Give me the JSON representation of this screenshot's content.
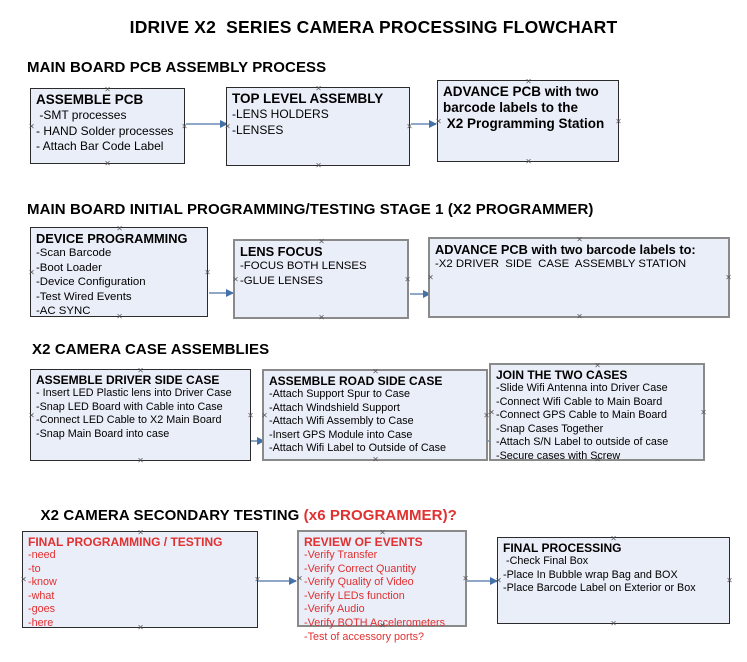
{
  "document": {
    "title": "IDRIVE X2  SERIES CAMERA PROCESSING FLOWCHART"
  },
  "colors": {
    "box_fill": "#eaeef8",
    "box_border": "#2b2b2b",
    "box_border_gray": "#8a8a8a",
    "connector": "#8fa8c8",
    "arrowhead": "#4472a8",
    "text": "#000000",
    "accent_red": "#e03030"
  },
  "sections": [
    {
      "heading": "MAIN BOARD PCB ASSEMBLY PROCESS",
      "heading_red": "",
      "nodes": [
        {
          "title": "ASSEMBLE PCB",
          "lines": [
            " -SMT processes",
            "- HAND Solder processes",
            "- Attach Bar Code Label"
          ]
        },
        {
          "title": "TOP LEVEL ASSEMBLY",
          "lines": [
            "-LENS HOLDERS",
            "-LENSES"
          ]
        },
        {
          "title": "ADVANCE PCB with two",
          "lines": [
            "barcode labels to the",
            " X2 Programming Station"
          ]
        }
      ]
    },
    {
      "heading": "MAIN BOARD INITIAL PROGRAMMING/TESTING STAGE 1 (X2 PROGRAMMER)",
      "heading_red": "",
      "nodes": [
        {
          "title": "DEVICE PROGRAMMING",
          "lines": [
            "-Scan Barcode",
            "-Boot Loader",
            "-Device Configuration",
            "-Test Wired Events",
            "-AC SYNC"
          ]
        },
        {
          "title": "LENS FOCUS",
          "lines": [
            "-FOCUS BOTH LENSES",
            "-GLUE LENSES"
          ]
        },
        {
          "title": "ADVANCE PCB with two barcode labels to:",
          "lines": [
            "-X2 DRIVER  SIDE  CASE  ASSEMBLY STATION"
          ]
        }
      ]
    },
    {
      "heading": "X2 CAMERA CASE ASSEMBLIES",
      "heading_red": "",
      "nodes": [
        {
          "title": "ASSEMBLE DRIVER SIDE CASE",
          "lines": [
            "- Insert LED Plastic lens into Driver Case",
            "-Snap LED Board with Cable into Case",
            "-Connect LED Cable to X2 Main Board",
            "-Snap Main Board into case"
          ]
        },
        {
          "title": "ASSEMBLE ROAD SIDE CASE",
          "lines": [
            "-Attach Support Spur to Case",
            "-Attach Windshield Support",
            "-Attach Wifi Assembly to Case",
            "-Insert GPS Module into Case",
            "-Attach Wifi Label to Outside of Case"
          ]
        },
        {
          "title": "JOIN THE TWO CASES",
          "lines": [
            "-Slide Wifi Antenna into Driver Case",
            "-Connect Wifi Cable to Main Board",
            "-Connect GPS Cable to Main Board",
            "-Snap Cases Together",
            "-Attach S/N Label to outside of case",
            "-Secure cases with Screw"
          ]
        }
      ]
    },
    {
      "heading": "X2 CAMERA SECONDARY TESTING ",
      "heading_red": "(x6 PROGRAMMER)?",
      "nodes": [
        {
          "title": "FINAL PROGRAMMING / TESTING",
          "lines": [
            "-need",
            "-to",
            "-know",
            "-what",
            "-goes",
            "-here"
          ]
        },
        {
          "title": "REVIEW OF EVENTS",
          "lines": [
            "-Verify Transfer",
            "-Verify Correct Quantity",
            "-Verify Quality of Video",
            "-Verify LEDs function",
            "-Verify Audio",
            "-Verify BOTH Accelerometers",
            "-Test of accessory ports?"
          ]
        },
        {
          "title": "FINAL PROCESSING",
          "lines": [
            " -Check Final Box",
            "-Place In Bubble wrap Bag and BOX",
            "-Place Barcode Label on Exterior or Box"
          ]
        }
      ]
    }
  ]
}
